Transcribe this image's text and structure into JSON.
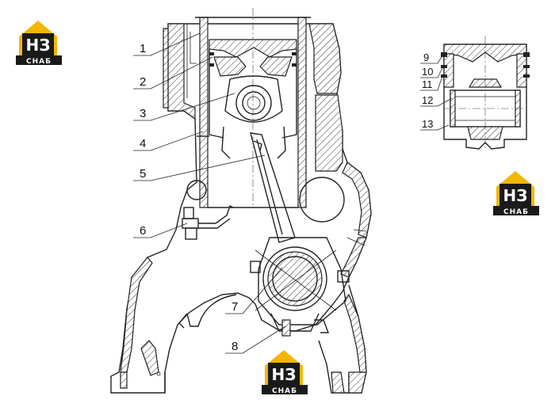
{
  "logo": {
    "mark": "НЗ",
    "caption": "СНАБ",
    "brand_color": "#f2b705",
    "dark_color": "#1a1a1a"
  },
  "callouts_main": [
    "1",
    "2",
    "3",
    "4",
    "5",
    "6",
    "7",
    "8"
  ],
  "callouts_piston": [
    "9",
    "10",
    "11",
    "12",
    "13"
  ]
}
